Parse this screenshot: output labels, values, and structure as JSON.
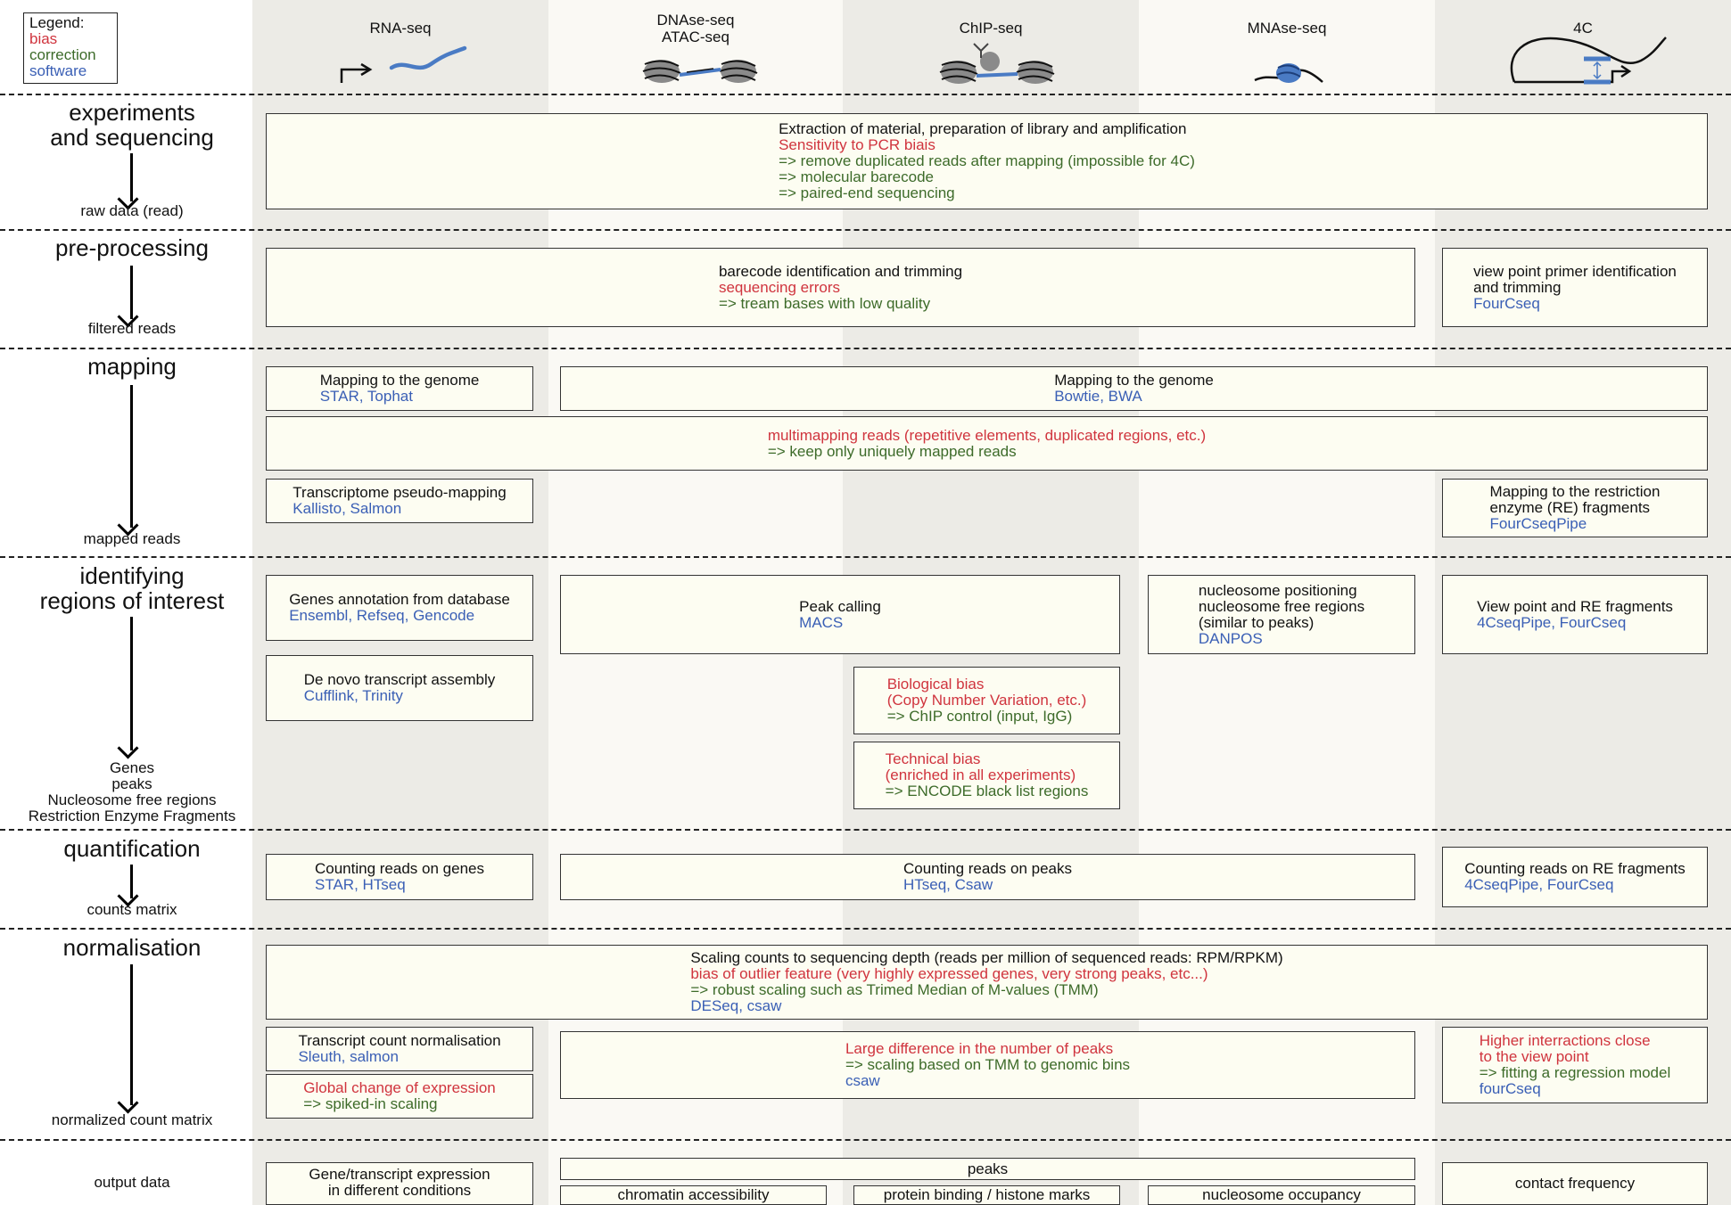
{
  "legend": {
    "title": "Legend:",
    "bias": "bias",
    "correction": "correction",
    "software": "software"
  },
  "colors": {
    "bias": "#d0343e",
    "correction": "#3d6b2a",
    "software": "#3a5fb5",
    "box_fill": "#fdfdf2",
    "col_a": "#ecebe6",
    "col_b": "#faf9f4"
  },
  "columns": {
    "rna": "RNA-seq",
    "dnase": "DNAse-seq\nATAC-seq",
    "chip": "ChIP-seq",
    "mnase": "MNAse-seq",
    "fourc": "4C"
  },
  "stages": {
    "experiments": {
      "title": "experiments\nand sequencing",
      "output": "raw data (read)"
    },
    "preprocessing": {
      "title": "pre-processing",
      "output": "filtered reads"
    },
    "mapping": {
      "title": "mapping",
      "output": "mapped reads"
    },
    "regions": {
      "title": "identifying\nregions of interest",
      "output": "Genes\npeaks\nNucleosome free regions\nRestriction Enzyme Fragments"
    },
    "quantification": {
      "title": "quantification",
      "output": "counts matrix"
    },
    "normalisation": {
      "title": "normalisation",
      "output": "normalized count matrix"
    },
    "output": {
      "title": "output data"
    }
  },
  "boxes": {
    "extraction": {
      "t": "Extraction of material, preparation of library and amplification",
      "b": "Sensitivity to PCR biais",
      "c": "=> remove duplicated reads after mapping (impossible for 4C)\n=> molecular barecode\n=> paired-end sequencing"
    },
    "barcode": {
      "t": "barecode identification and trimming",
      "b": "sequencing errors",
      "c": "=> tream bases with low quality"
    },
    "viewpoint": {
      "t": "view point primer identification\nand trimming",
      "s": "FourCseq"
    },
    "map_rna": {
      "t": "Mapping to the genome",
      "s": "STAR, Tophat"
    },
    "map_genome": {
      "t": "Mapping to the genome",
      "s": "Bowtie, BWA"
    },
    "multimap": {
      "b": "multimapping reads (repetitive elements, duplicated regions, etc.)",
      "c": "=> keep only uniquely mapped reads"
    },
    "pseudo": {
      "t": "Transcriptome pseudo-mapping",
      "s": "Kallisto, Salmon"
    },
    "map_re": {
      "t": "Mapping to the restriction\nenzyme (RE) fragments",
      "s": "FourCseqPipe"
    },
    "genes_annot": {
      "t": "Genes annotation from database",
      "s": "Ensembl, Refseq, Gencode"
    },
    "peak_calling": {
      "t": "Peak calling",
      "s": "MACS"
    },
    "nucleosome": {
      "t": "nucleosome positioning\nnucleosome free regions\n(similar to peaks)",
      "s": "DANPOS"
    },
    "vp_re": {
      "t": "View point and RE fragments",
      "s": "4CseqPipe, FourCseq"
    },
    "denovo": {
      "t": "De novo transcript assembly",
      "s": "Cufflink, Trinity"
    },
    "bio_bias": {
      "b": "Biological bias\n(Copy Number Variation, etc.)",
      "c": "=> ChIP control (input, IgG)"
    },
    "tech_bias": {
      "b": "Technical bias\n(enriched in all experiments)",
      "c": "=> ENCODE black list regions"
    },
    "count_genes": {
      "t": "Counting reads on genes",
      "s": "STAR, HTseq"
    },
    "count_peaks": {
      "t": "Counting reads on peaks",
      "s": "HTseq, Csaw"
    },
    "count_re": {
      "t": "Counting reads on RE fragments",
      "s": "4CseqPipe, FourCseq"
    },
    "scaling": {
      "t": "Scaling counts to sequencing depth (reads per million of sequenced reads: RPM/RPKM)",
      "b": "bias of outlier feature (very highly expressed genes, very strong peaks, etc...)",
      "c": "=> robust scaling such as Trimed Median of M-values (TMM)",
      "s": "DESeq, csaw"
    },
    "transcript_norm": {
      "t": "Transcript count normalisation",
      "s": "Sleuth, salmon"
    },
    "peak_diff": {
      "b": "Large difference in the number of peaks",
      "c": "=> scaling based on TMM to genomic bins",
      "s": "csaw"
    },
    "higher_inter": {
      "b": "Higher interractions close\nto the view point",
      "c": " => fitting a regression model",
      "s": "fourCseq"
    },
    "global_change": {
      "b": "Global change of expression",
      "c": "=> spiked-in scaling"
    },
    "gene_expr": {
      "t": "Gene/transcript expression\nin different conditions"
    },
    "peaks": {
      "t": "peaks"
    },
    "contact": {
      "t": "contact frequency"
    },
    "chromatin": {
      "t": "chromatin accessibility"
    },
    "protein": {
      "t": "protein binding / histone marks"
    },
    "nuc_occ": {
      "t": "nucleosome occupancy"
    }
  }
}
